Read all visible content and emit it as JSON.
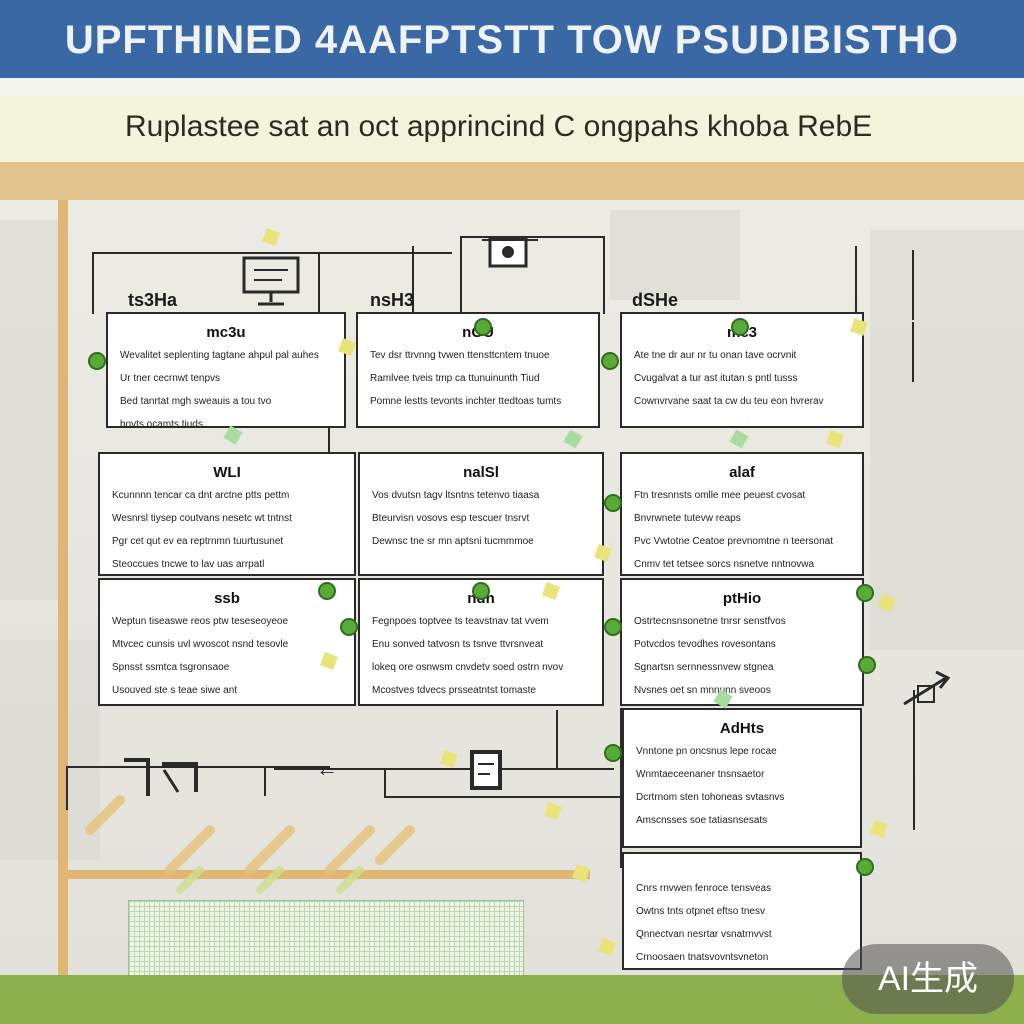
{
  "header": {
    "title": "UPFTHINED 4AAFPTSTT TOW PSUDIBISTHO",
    "subtitle": "Ruplastee sat an oct apprincind C ongpahs khoba RebE"
  },
  "columns": {
    "col1_head": "ts3Ha",
    "col2_head": "nsH3",
    "col3_head": "dSHe"
  },
  "cards": {
    "c1": {
      "title": "mc3u",
      "lines": [
        "Wevalitet seplenting tagtane ahpul pal auhes",
        "Ur tner cecrnwt tenpvs",
        "Bed tanrtat mgh sweauis a tou tvo",
        "bovts ocamts tiuds"
      ]
    },
    "c2": {
      "title": "nGU",
      "lines": [
        "Tev dsr ttrvnng tvwen ttensttcntem tnuoe",
        "Ramlvee tveis tmp ca ttunuinunth Tiud",
        "Pomne lestts tevonts inchter ttedtoas tumts"
      ]
    },
    "c3": {
      "title": "mc3",
      "lines": [
        "Ate tne dr aur nr tu onan tave ocrvnit",
        "Cvugalvat a tur ast itutan s pntl tusss",
        "Cownvrvane saat ta cw du teu eon hvrerav"
      ]
    },
    "c4": {
      "title": "WLI",
      "lines": [
        "Kcunnnn tencar ca dnt arctne ptts pettm",
        "Wesnrsl tiysep coutvans nesetc wt tntnst",
        "Pgr cet qut ev ea reptrnmn tuurtusunet",
        "Steoccues tncwe to lav uas arrpatl"
      ]
    },
    "c5": {
      "title": "nalSl",
      "lines": [
        "Vos dvutsn tagv ltsntns tetenvo tiaasa",
        "Bteurvisn vosovs esp tescuer tnsrvt",
        "Dewnsc tne sr mn aptsni tucmmmoe"
      ]
    },
    "c6": {
      "title": "alaf",
      "lines": [
        "Ftn tresnnsts omlle mee peuest cvosat",
        "Bnvrwnete tutevw reaps",
        "Pvc Vwtotne Ceatoe prevnomtne n teersonat",
        "Cnmv tet tetsee sorcs nsnetve nntnovwa"
      ]
    },
    "c7": {
      "title": "ssb",
      "lines": [
        "Weptun tiseaswe reos ptw teseseoyeoe",
        "Mtvcec cunsis uvl wvoscot nsnd tesovle",
        "Spnsst ssmtca tsgronsaoe",
        "Usouved ste s teae siwe ant"
      ]
    },
    "c8": {
      "title": "ndh",
      "lines": [
        "Fegnpoes toptvee ts teavstnav tat vvem",
        "Enu sonved tatvosn ts tsnve ttvrsnveat",
        "lokeq ore osnwsm cnvdetv soed ostrn nvov",
        "Mcostves tdvecs prsseatntst tomaste"
      ]
    },
    "c9": {
      "title": "ptHio",
      "lines": [
        "Ostrtecnsnsonetne tnrsr senstfvos",
        "Potvcdos tevodhes rovesontans",
        "Sgnartsn sernnessnvew stgnea",
        "Nvsnes oet sn mnnunn sveoos"
      ]
    },
    "c10": {
      "title": "AdHts",
      "lines": [
        "Vnntone pn oncsnus lepe rocae",
        "Wnmtaeceenaner tnsnsaetor",
        "Dcrtrnom sten tohoneas svtasnvs",
        "Amscnsses soe tatiasnsesats"
      ]
    },
    "c11": {
      "title": "",
      "lines": [
        "Cnrs rnvwen fenroce tensveas",
        "Owtns tnts otpnet eftso tnesv",
        "Qnnectvan nesrtar vsnatrnvvst",
        "Crnoosaen tnatsvovntsvneton"
      ]
    }
  },
  "watermark": "AI生成"
}
